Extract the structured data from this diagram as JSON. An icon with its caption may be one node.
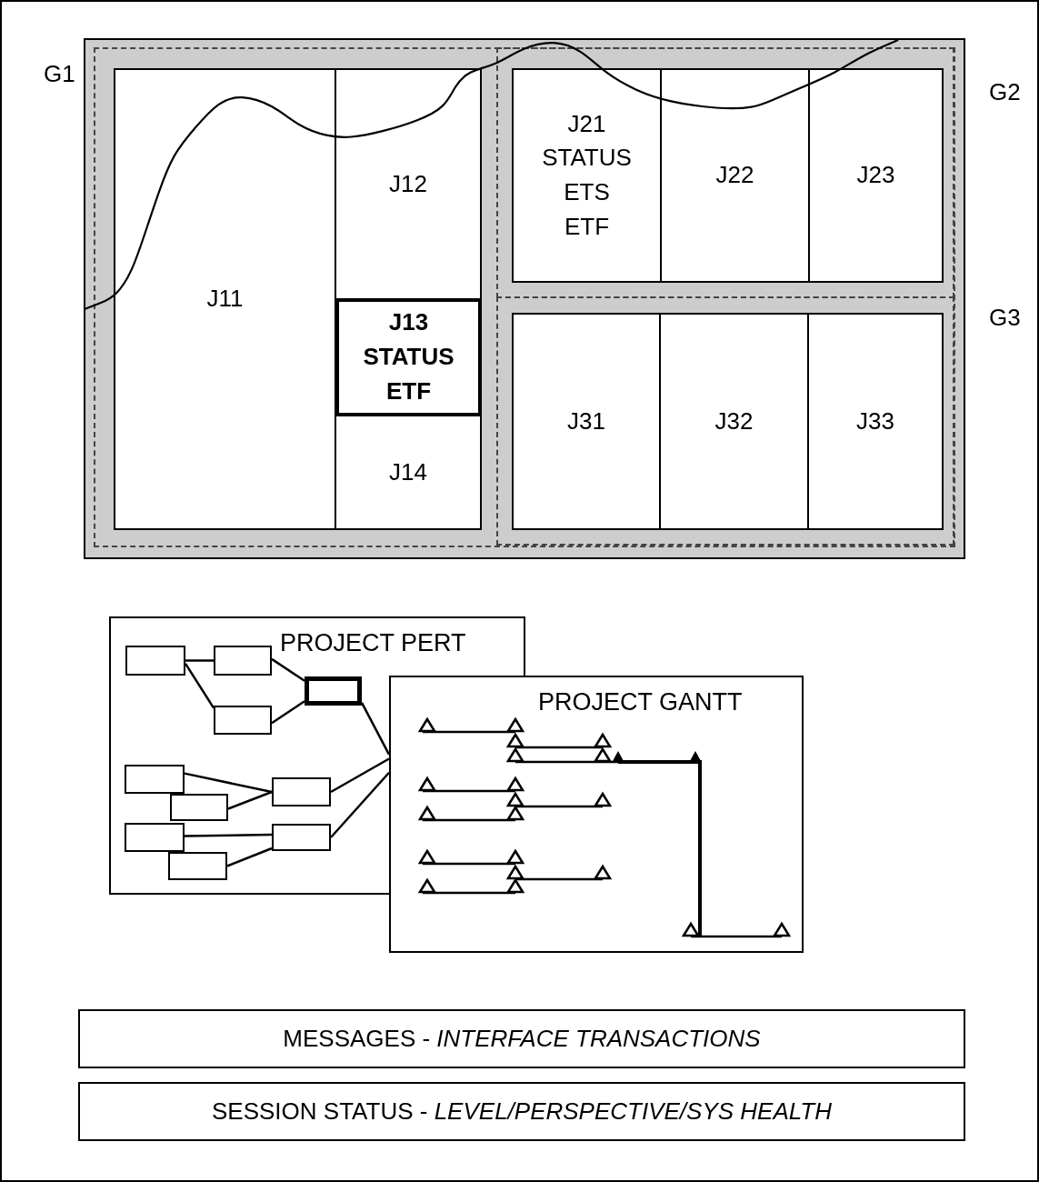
{
  "diagram": {
    "nodes": [
      {
        "text": [
          "G1"
        ]
      },
      {
        "text": [
          "J11"
        ],
        "in": 0
      },
      {
        "text": [
          "J12"
        ],
        "in": 0
      },
      {
        "text": [
          "J13",
          "STATUS",
          "ETF"
        ],
        "in": 0
      },
      {
        "text": [
          "J14"
        ],
        "in": 0
      },
      {
        "text": [
          "G2"
        ],
        "in": 0
      },
      {
        "text": [
          "J21",
          "STATUS",
          "ETS",
          "ETF"
        ],
        "in": 5
      },
      {
        "text": [
          "J22"
        ],
        "in": 5
      },
      {
        "text": [
          "J23"
        ],
        "in": 5
      },
      {
        "text": [
          "G3"
        ],
        "in": 0
      },
      {
        "text": [
          "J31"
        ],
        "in": 9
      },
      {
        "text": [
          "J32"
        ],
        "in": 9
      },
      {
        "text": [
          "J33"
        ],
        "in": 9
      },
      {
        "text": [
          "PROJECT PERT"
        ]
      },
      {
        "text": [],
        "shape": "box",
        "in": 13
      },
      {
        "text": [],
        "shape": "box",
        "in": 13
      },
      {
        "text": [],
        "shape": "box",
        "in": 13
      },
      {
        "text": [],
        "shape": "box",
        "in": 13
      },
      {
        "text": [],
        "shape": "box",
        "in": 13
      },
      {
        "text": [],
        "shape": "box",
        "in": 13
      },
      {
        "text": [],
        "shape": "box",
        "in": 13
      },
      {
        "text": [],
        "shape": "box",
        "in": 13
      },
      {
        "text": [],
        "shape": "box",
        "in": 13
      },
      {
        "text": [],
        "shape": "box",
        "in": 13
      },
      {
        "text": [
          "PROJECT GANTT"
        ]
      },
      {
        "text": [
          "MESSAGES - *INTERFACE TRANSACTIONS*"
        ]
      },
      {
        "text": [
          "SESSION STATUS - *LEVEL/PERSPECTIVE/SYS HEALTH*"
        ]
      }
    ],
    "edges": [
      {
        "from": 14,
        "to": 15,
        "arrow": "none"
      },
      {
        "from": 14,
        "to": 17,
        "arrow": "none"
      },
      {
        "from": 15,
        "to": 16,
        "arrow": "none"
      },
      {
        "from": 17,
        "to": 16,
        "arrow": "none"
      },
      {
        "from": 18,
        "to": 21,
        "arrow": "none"
      },
      {
        "from": 19,
        "to": 21,
        "arrow": "none"
      },
      {
        "from": 20,
        "to": 22,
        "arrow": "none"
      },
      {
        "from": 23,
        "to": 22,
        "arrow": "none"
      },
      {
        "from": 16,
        "to": 24,
        "arrow": "none"
      },
      {
        "from": 21,
        "to": 24,
        "arrow": "none"
      },
      {
        "from": 22,
        "to": 24,
        "arrow": "none"
      }
    ]
  }
}
